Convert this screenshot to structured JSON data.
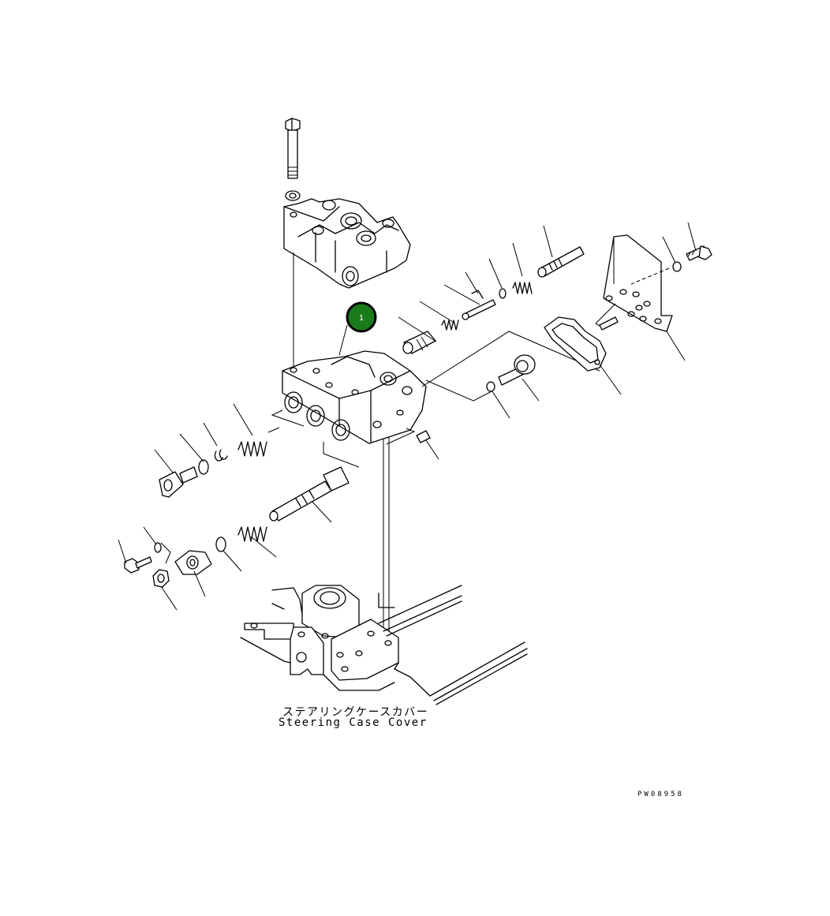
{
  "callout": {
    "number": "1",
    "fill": "#1a7a1a",
    "border": "#000000"
  },
  "caption": {
    "japanese": "ステアリングケースカバー",
    "english": "Steering Case Cover"
  },
  "drawing_code": "PW08958"
}
